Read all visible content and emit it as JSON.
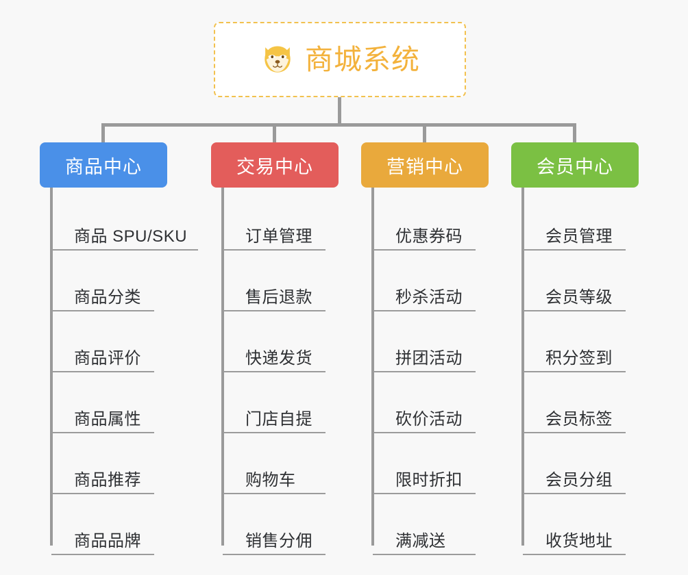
{
  "page": {
    "background_color": "#f8f8f8",
    "line_color": "#9a9a9a",
    "text_color": "#2e3033"
  },
  "root": {
    "title": "商城系统",
    "emoji_name": "shiba-dog-face",
    "title_color": "#f3b23c",
    "border_color": "#f2c14e",
    "background_color": "#ffffff"
  },
  "columns": [
    {
      "title": "商品中心",
      "color": "#4a90e8",
      "items": [
        "商品 SPU/SKU",
        "商品分类",
        "商品评价",
        "商品属性",
        "商品推荐",
        "商品品牌"
      ]
    },
    {
      "title": "交易中心",
      "color": "#e35d5b",
      "items": [
        "订单管理",
        "售后退款",
        "快递发货",
        "门店自提",
        "购物车",
        "销售分佣"
      ]
    },
    {
      "title": "营销中心",
      "color": "#e9a93c",
      "items": [
        "优惠券码",
        "秒杀活动",
        "拼团活动",
        "砍价活动",
        "限时折扣",
        "满减送"
      ]
    },
    {
      "title": "会员中心",
      "color": "#7bc043",
      "items": [
        "会员管理",
        "会员等级",
        "积分签到",
        "会员标签",
        "会员分组",
        "收货地址"
      ]
    }
  ]
}
